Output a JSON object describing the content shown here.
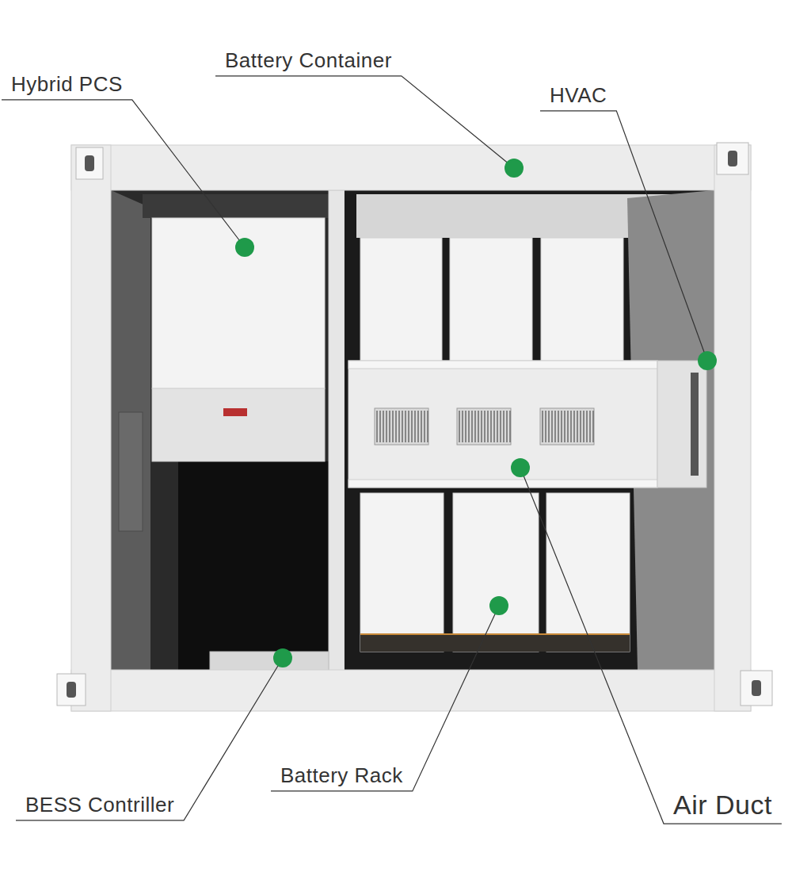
{
  "diagram": {
    "labels": [
      "Battery Container",
      "Hybrid PCS",
      "HVAC",
      "BESS Contriller",
      "Battery Rack",
      "Air Duct"
    ]
  }
}
